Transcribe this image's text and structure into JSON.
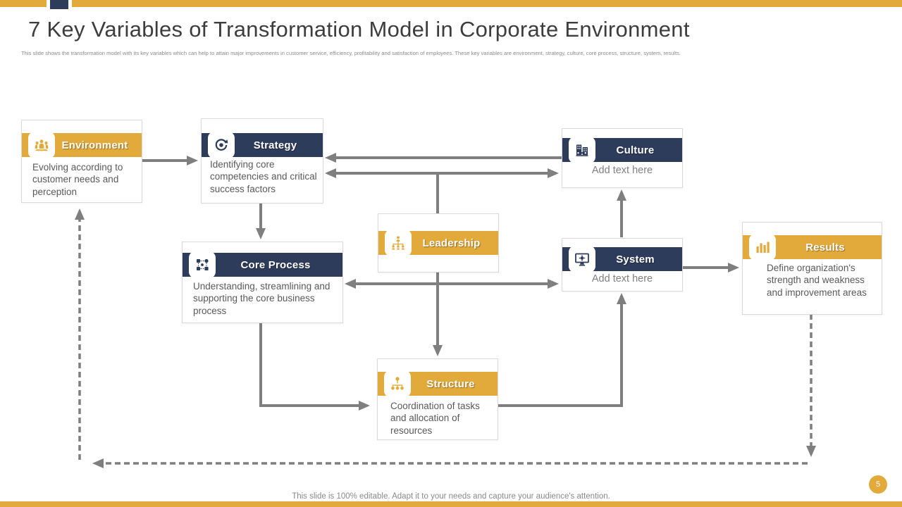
{
  "slide": {
    "title": "7 Key Variables of Transformation Model in Corporate  Environment",
    "subtitle": "This slide shows the transformation model with its key variables which can help to attain major improvements in customer service, efficiency, profitability and satisfaction of employees. These key variables are environment, strategy, culture, core process, structure, system, results.",
    "footer": "This slide is 100% editable. Adapt it to your needs and capture your audience's attention.",
    "page_number": "5"
  },
  "colors": {
    "gold": "#E2A93B",
    "navy": "#2E3C5C",
    "arrow": "#7F7F7F"
  },
  "boxes": {
    "environment": {
      "label": "Environment",
      "body": "Evolving  according to customer needs and perception",
      "icon": "people-group-icon",
      "theme": "gold"
    },
    "strategy": {
      "label": "Strategy",
      "body": "Identifying  core competencies and critical success factors",
      "icon": "target-cycle-icon",
      "theme": "navy"
    },
    "culture": {
      "label": "Culture",
      "body": "Add text here",
      "icon": "buildings-people-icon",
      "theme": "navy"
    },
    "leadership": {
      "label": "Leadership",
      "body": "",
      "icon": "leader-hierarchy-icon",
      "theme": "gold"
    },
    "core_process": {
      "label": "Core Process",
      "body": "Understanding, streamlining and supporting the core business process",
      "icon": "process-flow-icon",
      "theme": "navy"
    },
    "system": {
      "label": "System",
      "body": "Add text here",
      "icon": "monitor-gear-icon",
      "theme": "navy"
    },
    "results": {
      "label": "Results",
      "body": "Define organization's strength and weakness and improvement areas",
      "icon": "bar-chart-icon",
      "theme": "gold"
    },
    "structure": {
      "label": "Structure",
      "body": "Coordination of tasks and allocation of resources",
      "icon": "org-chart-icon",
      "theme": "gold"
    }
  }
}
